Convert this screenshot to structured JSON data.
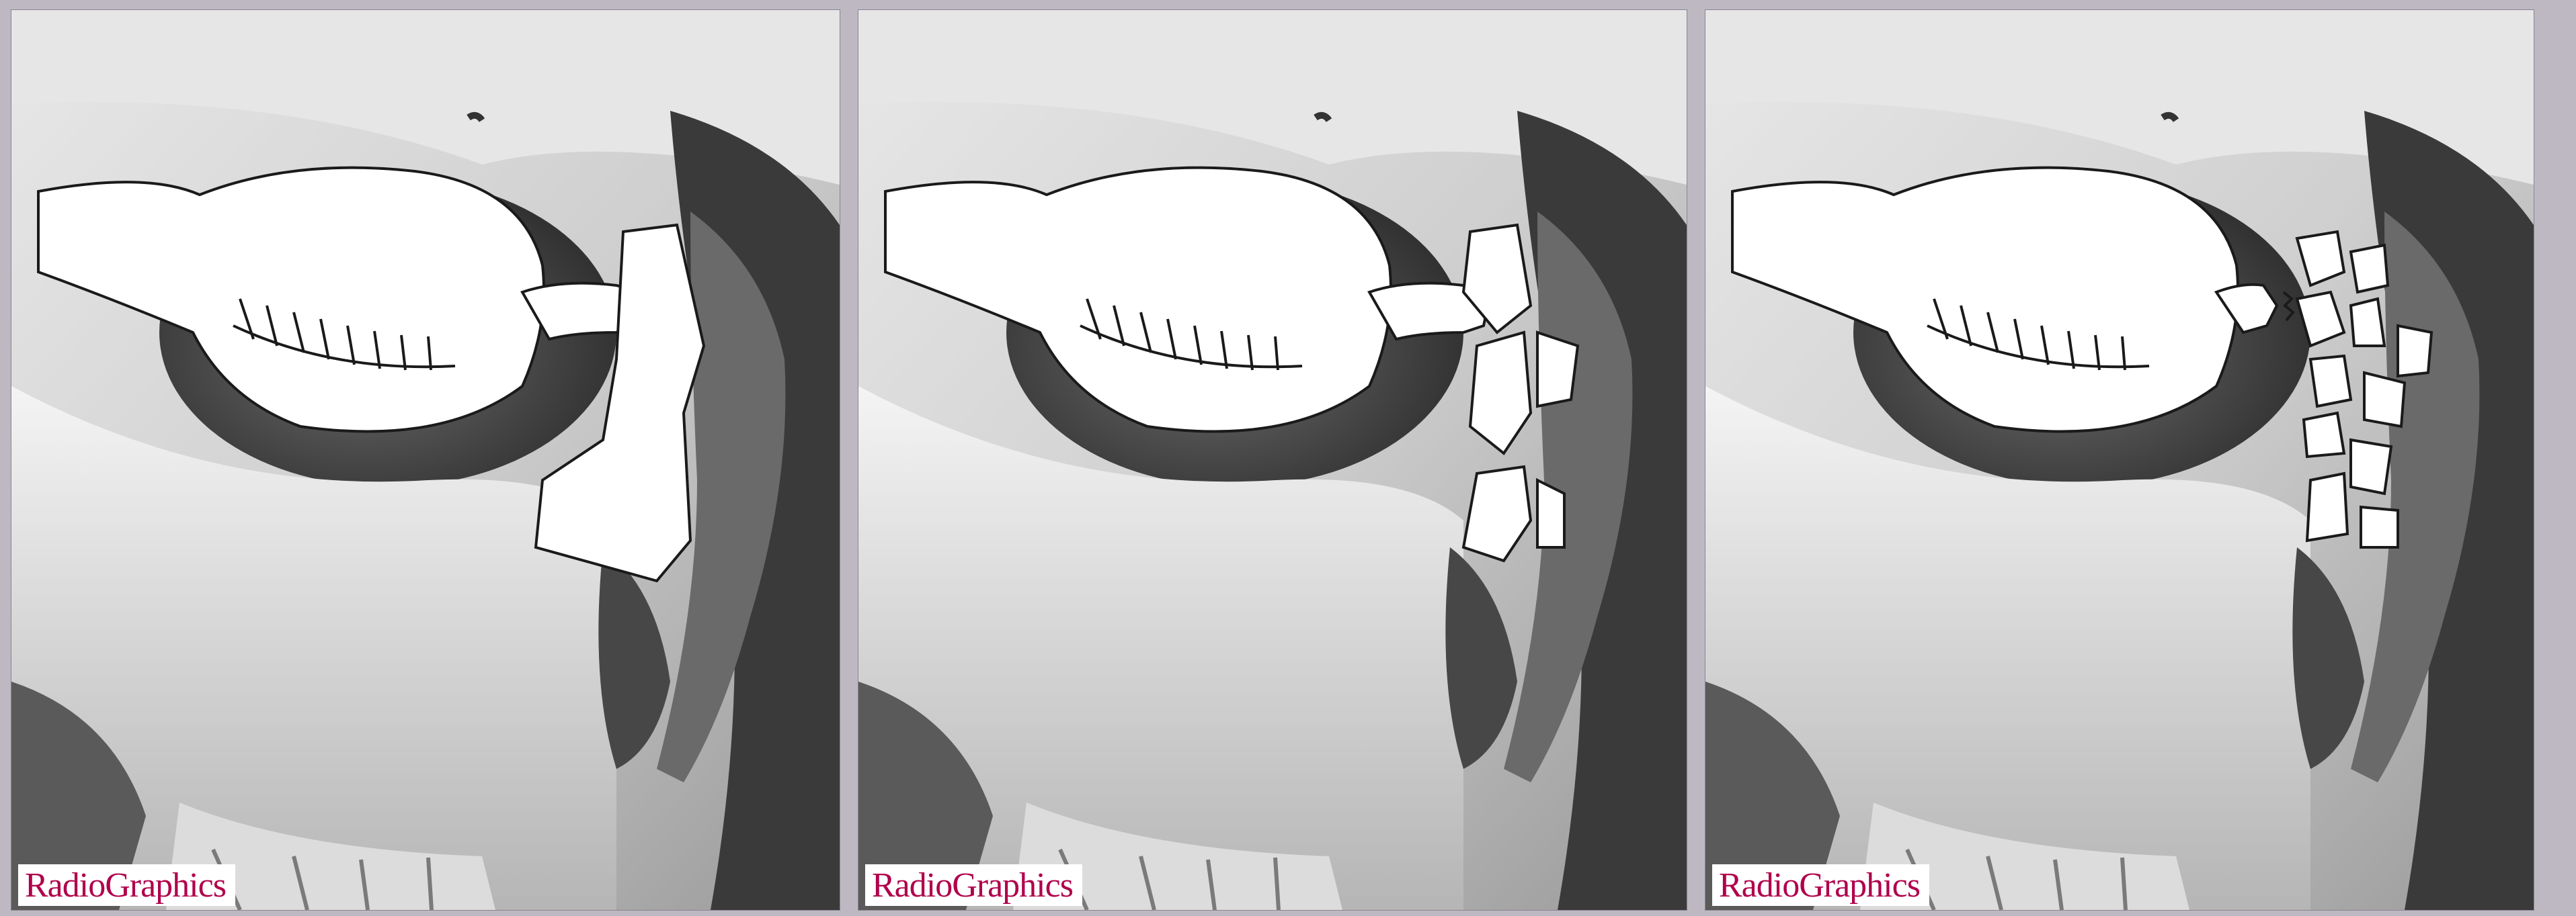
{
  "panels": [
    {
      "id": "panel-1",
      "watermark": "RadioGraphics",
      "fracture_pattern": "single-fragment"
    },
    {
      "id": "panel-2",
      "watermark": "RadioGraphics",
      "fracture_pattern": "segmental"
    },
    {
      "id": "panel-3",
      "watermark": "RadioGraphics",
      "fracture_pattern": "comminuted"
    }
  ],
  "colors": {
    "background": "#bdb8c2",
    "bone_light": "#f0f0f0",
    "bone_mid": "#bdbdbd",
    "bone_dark": "#4a4a4a",
    "overlay_fill": "#ffffff",
    "overlay_stroke": "#1a1a1a",
    "watermark_text": "#b0004b"
  }
}
